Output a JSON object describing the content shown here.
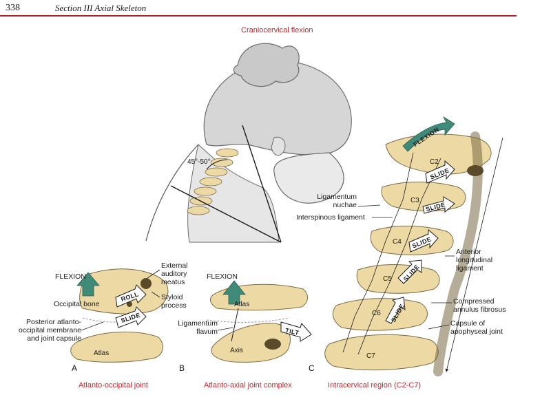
{
  "header": {
    "page_number": "338",
    "running_head": "Section III   Axial Skeleton"
  },
  "top": {
    "caption": "Craniocervical flexion",
    "angle_label": "45°-50°"
  },
  "panel_a": {
    "letter": "A",
    "caption": "Atlanto-occipital joint",
    "flexion": "FLEXION",
    "occipital_bone": "Occipital bone",
    "roll": "ROLL",
    "slide": "SLIDE",
    "ext_auditory": "External\nauditory\nmeatus",
    "styloid": "Styloid\nprocess",
    "post_membrane": "Posterior atlanto-\noccipital membrane\nand joint capsule",
    "atlas": "Atlas"
  },
  "panel_b": {
    "letter": "B",
    "caption": "Atlanto-axial joint complex",
    "flexion": "FLEXION",
    "atlas": "Atlas",
    "tilt": "TILT",
    "ligamentum_flavum": "Ligamentum\nflavum",
    "axis": "Axis"
  },
  "panel_c": {
    "letter": "C",
    "caption": "Intracervical region (C2-C7)",
    "flexion": "FLEXION",
    "vertebrae": [
      "C2",
      "C3",
      "C4",
      "C5",
      "C6",
      "C7"
    ],
    "slide": "SLIDE",
    "lig_nuchae": "Ligamentum\nnuchae",
    "interspinous": "Interspinous ligament",
    "anterior_long": "Anterior\nlongitudinal\nligament",
    "compressed": "Compressed\nannulus fibrosus",
    "capsule": "Capsule of\napophyseal joint"
  },
  "colors": {
    "bone": "#ecd9a3",
    "bone_stroke": "#7a6a45",
    "arrow_green": "#3f8a78",
    "accent_red": "#c02a30"
  }
}
